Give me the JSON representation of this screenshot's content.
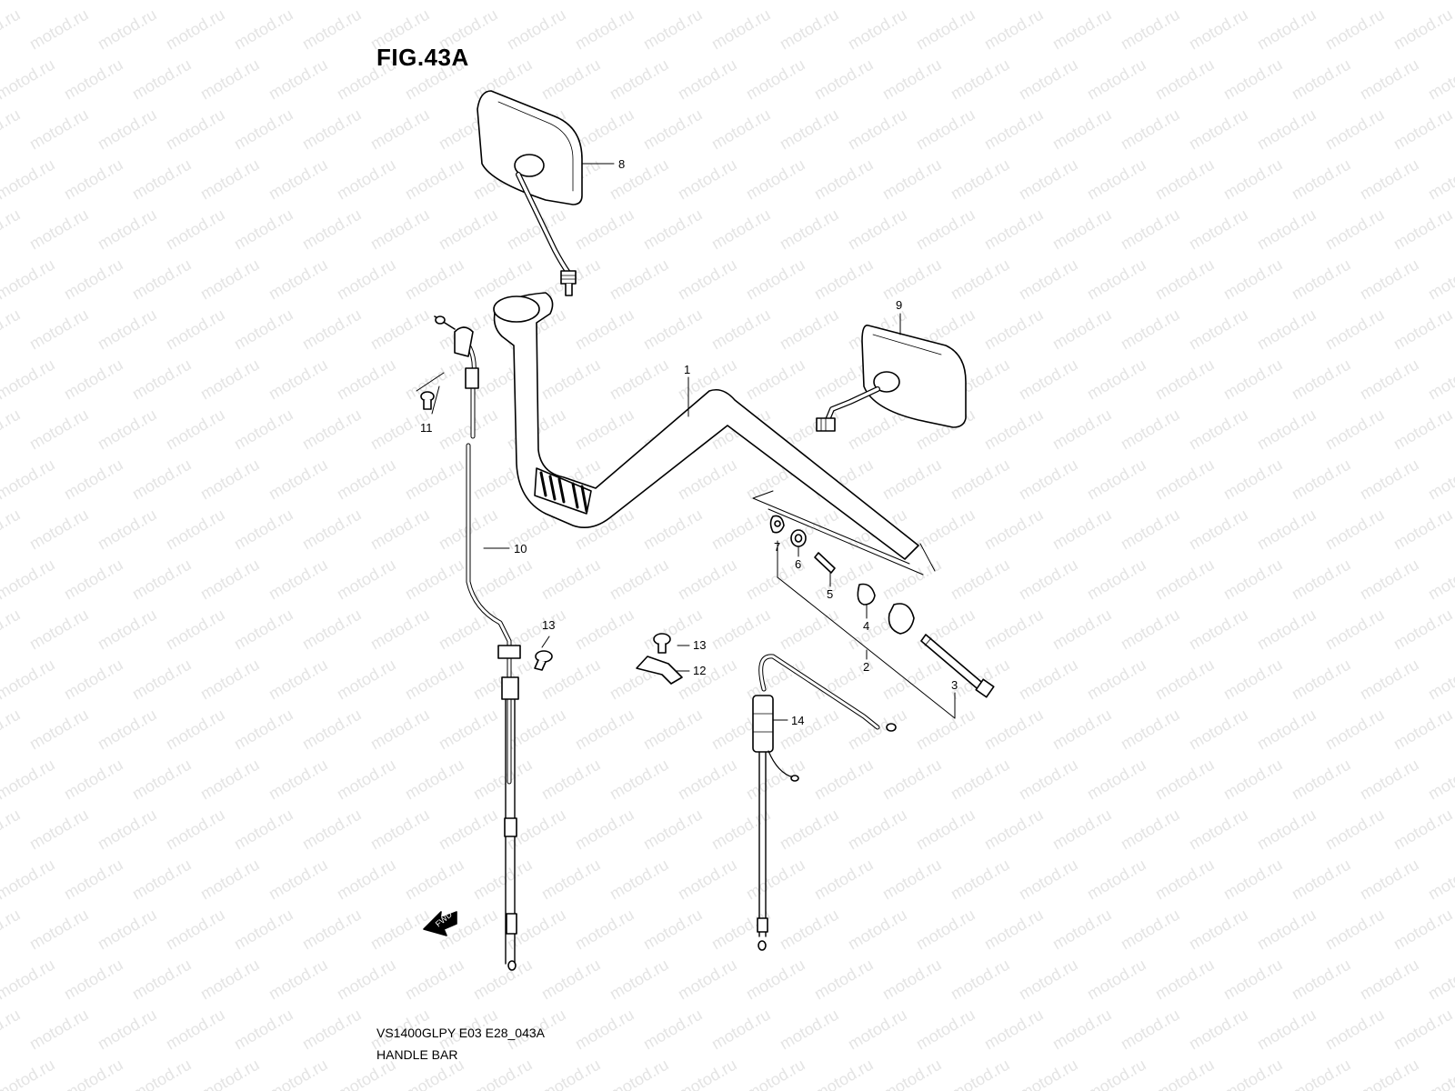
{
  "figure": {
    "title": "FIG.43A",
    "model_code": "VS1400GLPY E03 E28_043A",
    "assembly_name": "HANDLE BAR"
  },
  "watermark": {
    "text": "motod.ru",
    "color": "#e4e4e4"
  },
  "fwd_arrow": {
    "label": "FWD"
  },
  "callouts": [
    {
      "id": "1",
      "label": "1"
    },
    {
      "id": "2",
      "label": "2"
    },
    {
      "id": "3",
      "label": "3"
    },
    {
      "id": "4",
      "label": "4"
    },
    {
      "id": "5",
      "label": "5"
    },
    {
      "id": "6",
      "label": "6"
    },
    {
      "id": "7",
      "label": "7"
    },
    {
      "id": "8",
      "label": "8"
    },
    {
      "id": "9",
      "label": "9"
    },
    {
      "id": "10",
      "label": "10"
    },
    {
      "id": "11",
      "label": "11"
    },
    {
      "id": "12",
      "label": "12"
    },
    {
      "id": "13a",
      "label": "13"
    },
    {
      "id": "13b",
      "label": "13"
    },
    {
      "id": "14",
      "label": "14"
    }
  ]
}
